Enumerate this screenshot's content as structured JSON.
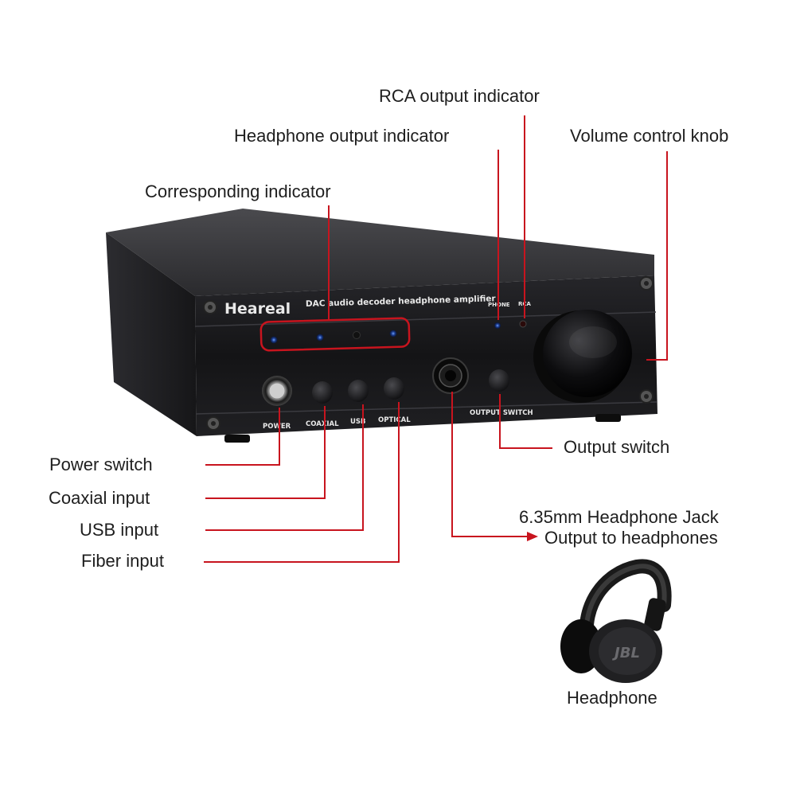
{
  "labels": {
    "rca_output_indicator": "RCA output indicator",
    "headphone_output_indicator": "Headphone output indicator",
    "volume_control_knob": "Volume control knob",
    "corresponding_indicator": "Corresponding indicator",
    "power_switch": "Power switch",
    "coaxial_input": "Coaxial input",
    "usb_input": "USB input",
    "fiber_input": "Fiber input",
    "output_switch": "Output switch",
    "headphone_jack_line1": "6.35mm Headphone Jack",
    "headphone_jack_line2": "Output to headphones",
    "headphone": "Headphone"
  },
  "device": {
    "brand": "Heareal",
    "model_text": "DAC audio decoder headphone amplifier",
    "phone_label": "PHONE",
    "rca_label": "RCA",
    "power_label": "POWER",
    "coaxial_label": "COAXIAL",
    "usb_label": "USB",
    "optical_label": "OPTICAL",
    "output_switch_label": "OUTPUT SWITCH"
  },
  "headphone_logo": "JBL",
  "colors": {
    "callout_line": "#c8141e",
    "device_body": "#1b1b1d",
    "indicator_led": "#1a3a8a"
  }
}
